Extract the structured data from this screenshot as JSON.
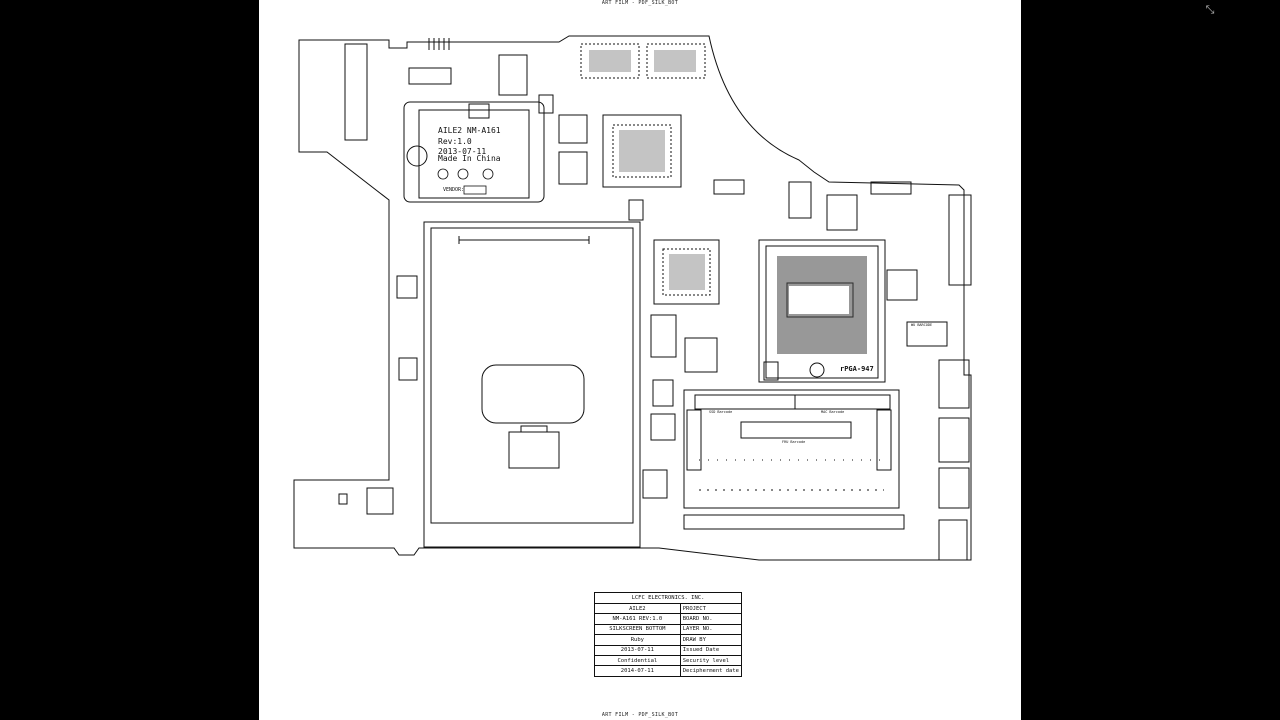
{
  "viewer": {
    "exit_icon": "collapse-fullscreen-icon",
    "exit_glyph": "⤡"
  },
  "film": {
    "top_label": "ART FILM - PDF_SILK_BOT",
    "bottom_label": "ART FILM - PDF_SILK_BOT"
  },
  "board": {
    "name_line": "AILE2 NM-A161",
    "rev_line": "Rev:1.0",
    "date_line": "2013-07-11",
    "origin_line": "Made In China",
    "vendor_label": "VENDOR:",
    "socket_label": "rPGA-947",
    "ssd_barcode": "SSD Barcode",
    "mac_barcode": "MAC Barcode",
    "fru_barcode": "FRU Barcode",
    "wu_barcode": "WU BARCODE"
  },
  "title_block": {
    "company": "LCFC ELECTRONICS. INC.",
    "rows": [
      {
        "key": "PROJECT",
        "value": "AILE2"
      },
      {
        "key": "BOARD NO.",
        "value": "NM-A161  REV:1.0"
      },
      {
        "key": "LAYER NO.",
        "value": "SILKSCREEN BOTTOM"
      },
      {
        "key": "DRAW BY",
        "value": "Ruby"
      },
      {
        "key": "Issued Date",
        "value": "2013-07-11"
      },
      {
        "key": "Security level",
        "value": "Confidential"
      },
      {
        "key": "Decipherment date",
        "value": "2014-07-11"
      }
    ]
  }
}
